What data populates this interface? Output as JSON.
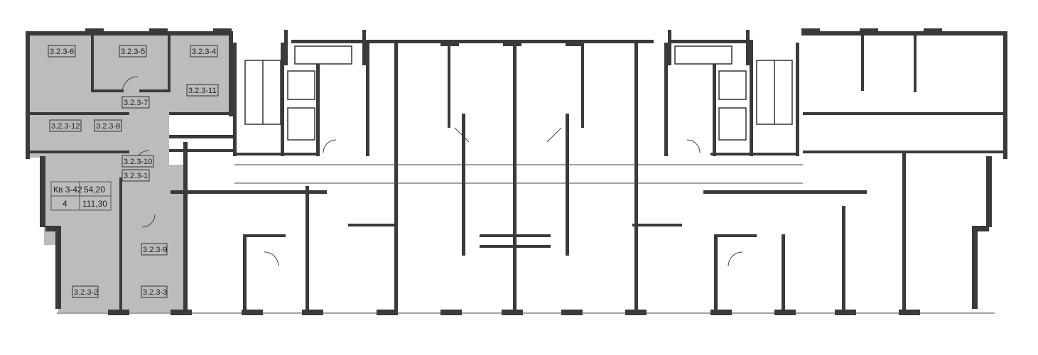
{
  "plan": {
    "highlight_color": "#bcbcbe",
    "wall_color": "#3a3a3a",
    "rooms": [
      {
        "id": "3.2.3-6"
      },
      {
        "id": "3.2.3-5"
      },
      {
        "id": "3.2.3-4"
      },
      {
        "id": "3.2.3-11"
      },
      {
        "id": "3.2.3-7"
      },
      {
        "id": "3.2.3-12"
      },
      {
        "id": "3.2.3-8"
      },
      {
        "id": "3.2.3-10"
      },
      {
        "id": "3.2.3-1"
      },
      {
        "id": "3.2.3-9"
      },
      {
        "id": "3.2.3-2"
      },
      {
        "id": "3.2.3-3"
      }
    ],
    "apartment": {
      "number": "Кв 3-42",
      "living_area": "54,20",
      "rooms_count": "4",
      "total_area": "111,30"
    }
  }
}
